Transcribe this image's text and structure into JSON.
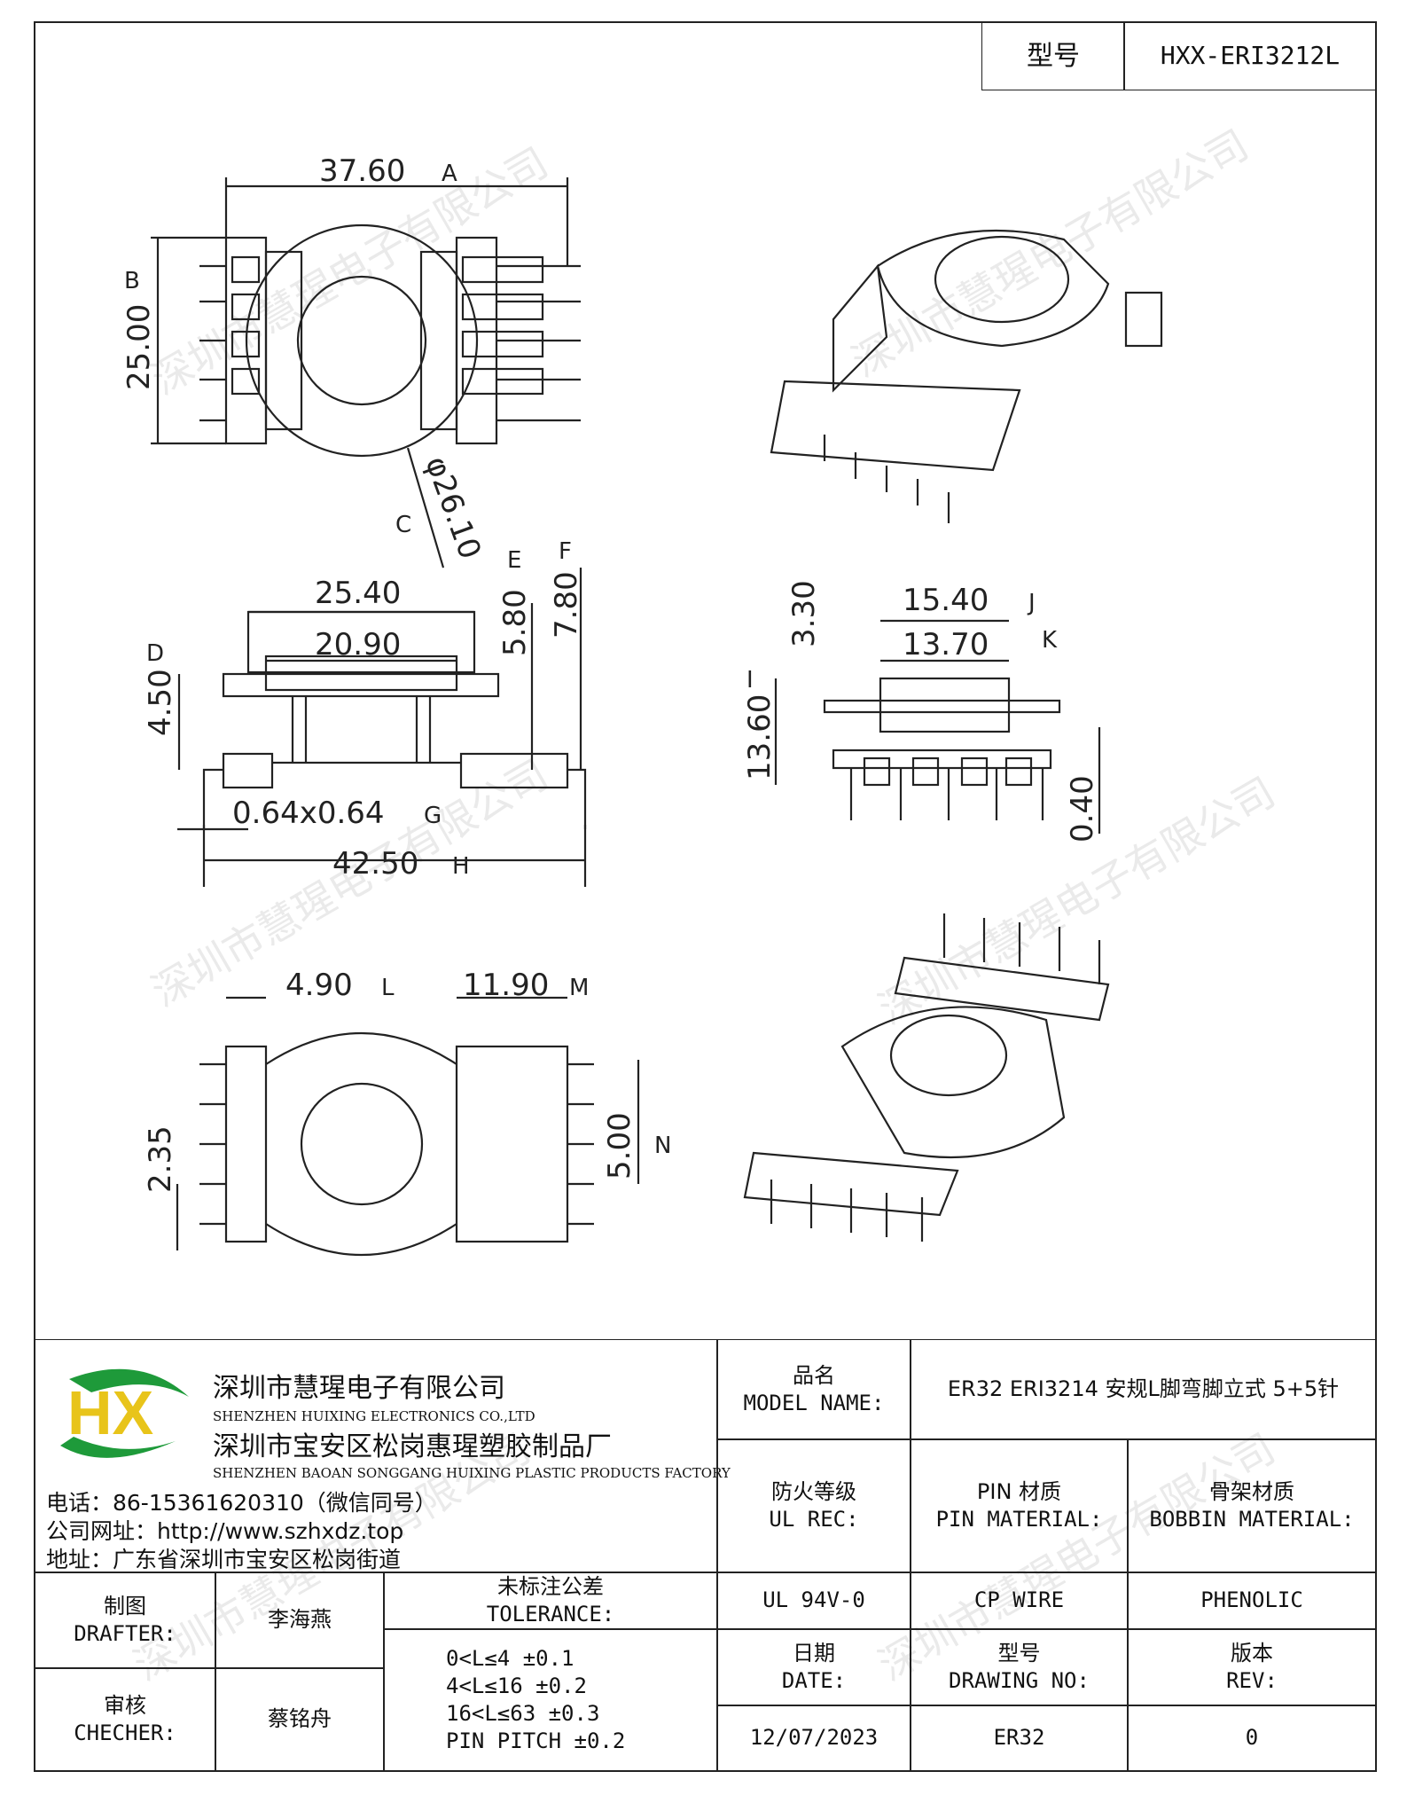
{
  "header": {
    "model_label": "型号",
    "model_value": "HXX-ERI3212L"
  },
  "watermark": "深圳市慧瑆电子有限公司",
  "drawing": {
    "dims": {
      "a": "37.60",
      "b": "25.00",
      "c": "φ26.10",
      "e": "5.80",
      "f": "7.80",
      "top_width": "25.40",
      "inner_width": "20.90",
      "d": "4.50",
      "g": "0.64x0.64",
      "h": "42.50",
      "j": "15.40",
      "k": "13.70",
      "side_top": "3.30",
      "i": "13.60",
      "side_pin": "0.40",
      "l": "4.90",
      "m": "11.90",
      "n": "5.00",
      "pitch": "2.35"
    },
    "markers": {
      "a": "A",
      "b": "B",
      "c": "C",
      "d": "D",
      "e": "E",
      "f": "F",
      "g": "G",
      "h": "H",
      "i": "I",
      "j": "J",
      "k": "K",
      "l": "L",
      "m": "M",
      "n": "N"
    }
  },
  "company": {
    "logo_text": "HX",
    "name_cn": "深圳市慧瑆电子有限公司",
    "name_en": "SHENZHEN HUIXING ELECTRONICS CO.,LTD",
    "factory_cn": "深圳市宝安区松岗惠瑆塑胶制品厂",
    "factory_en": "SHENZHEN BAOAN SONGGANG HUIXING PLASTIC PRODUCTS FACTORY",
    "phone": "电话：86-15361620310（微信同号）",
    "website": "公司网址：http://www.szhxdz.top",
    "address": "地址：广东省深圳市宝安区松岗街道"
  },
  "titleblock": {
    "model_name_cn": "品名",
    "model_name_en": "MODEL NAME:",
    "model_name_value": "ER32 ERI3214 安规L脚弯脚立式 5+5针",
    "ul_cn": "防火等级",
    "ul_en": "UL REC:",
    "pin_cn": "PIN 材质",
    "pin_en": "PIN MATERIAL:",
    "bobbin_cn": "骨架材质",
    "bobbin_en": "BOBBIN MATERIAL:",
    "ul_value": "UL 94V-0",
    "pin_value": "CP WIRE",
    "bobbin_value": "PHENOLIC",
    "drafter_cn": "制图",
    "drafter_en": "DRAFTER:",
    "drafter_value": "李海燕",
    "checker_cn": "审核",
    "checker_en": "CHECHER:",
    "checker_value": "蔡铭舟",
    "tol_cn": "未标注公差",
    "tol_en": "TOLERANCE:",
    "tol_lines": [
      "0<L≤4  ±0.1",
      "4<L≤16 ±0.2",
      "16<L≤63 ±0.3",
      "PIN PITCH ±0.2"
    ],
    "date_cn": "日期",
    "date_en": "DATE:",
    "date_value": "12/07/2023",
    "drawing_cn": "型号",
    "drawing_en": "DRAWING NO:",
    "drawing_value": "ER32",
    "rev_cn": "版本",
    "rev_en": "REV:",
    "rev_value": "0"
  }
}
